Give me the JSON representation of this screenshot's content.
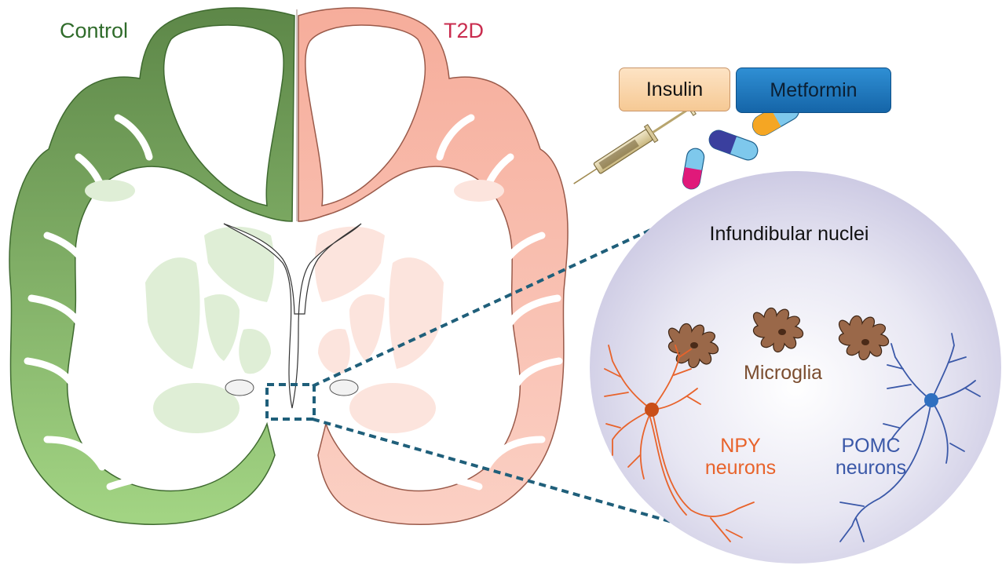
{
  "labels": {
    "control": "Control",
    "t2d": "T2D",
    "insulin": "Insulin",
    "metformin": "Metformin",
    "infundibular": "Infundibular nuclei",
    "microglia": "Microglia",
    "npy": "NPY neurons",
    "pomc": "POMC neurons"
  },
  "colors": {
    "control_dark": "#5f8a4b",
    "control_light": "#9fcf7f",
    "control_text": "#2f6b2a",
    "t2d_fill": "#f4b3a4",
    "t2d_text": "#c92c4e",
    "connector": "#1f5f7a",
    "npy": "#e8632b",
    "pomc": "#3a58a8",
    "microglia": "#8b5a3c",
    "microglia_text": "#7b4d2f",
    "circle_edge": "#bdbad9"
  },
  "icons": [
    "syringe-icon",
    "capsule-icon",
    "microglia-icon",
    "neuron-icon"
  ]
}
